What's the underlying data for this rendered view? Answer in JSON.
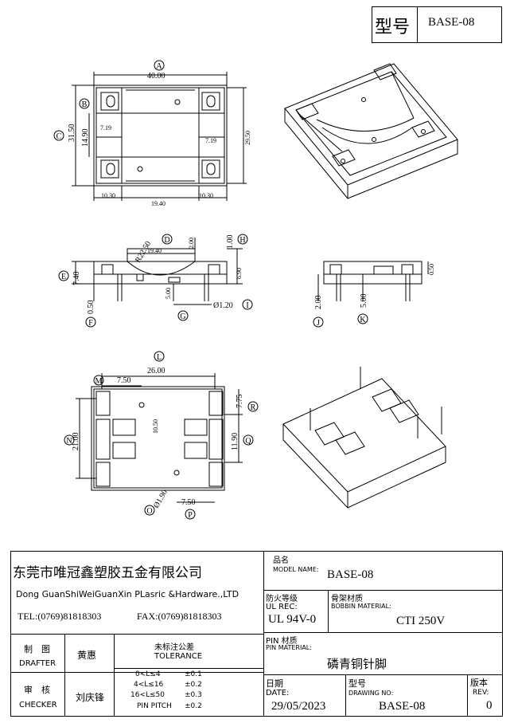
{
  "header": {
    "model_label": "型号",
    "model_value": "BASE-08"
  },
  "top_view": {
    "dims": {
      "overall_width": "40.00",
      "overall_height": "31.50",
      "inner_height": "14.90",
      "outer_right": "29.50",
      "left_inset": "7.19",
      "right_inset": "7.19",
      "bottom_left": "10.30",
      "bottom_mid": "19.40",
      "bottom_right": "10.30"
    },
    "callouts": {
      "a": "A",
      "b": "B",
      "c": "C"
    }
  },
  "front_view": {
    "dims": {
      "radius": "R22.50",
      "arc_span": "19.40",
      "top_gap": "2.00",
      "top_right": "1.00",
      "height": "7.40",
      "right_height": "6.90",
      "pin_offset": "0.50",
      "pin_len": "5.00",
      "pin_dia": "Ø1.20"
    },
    "callouts": {
      "d": "D",
      "e": "E",
      "f": "F",
      "g": "G",
      "h": "H",
      "i": "I"
    }
  },
  "side_view": {
    "dims": {
      "top": "0.50",
      "left": "2.00",
      "pin": "5.00"
    },
    "callouts": {
      "j": "J",
      "k": "K"
    }
  },
  "bottom_view": {
    "dims": {
      "width": "26.00",
      "left_off": "7.50",
      "right_top": "7.75",
      "height": "21.00",
      "inner": "10.50",
      "right_mid": "11.90",
      "hole": "Ø1.90",
      "bottom_off": "7.50"
    },
    "callouts": {
      "l": "L",
      "m": "M",
      "n": "N",
      "o": "O",
      "p": "P",
      "q": "Q",
      "r": "R"
    }
  },
  "title_block": {
    "company_cn": "东莞市唯冠鑫塑胶五金有限公司",
    "company_en": "Dong GuanShiWeiGuanXin PLasric &Hardware.,LTD",
    "tel": "TEL:(0769)81818303",
    "fax": "FAX:(0769)81818303",
    "drafter_cn": "制　图",
    "drafter_en": "DRAFTER",
    "drafter_name": "黄惠",
    "checker_cn": "审　核",
    "checker_en": "CHECKER",
    "checker_name": "刘庆锋",
    "tolerance_cn": "未标注公差",
    "tolerance_en": "TOLERANCE",
    "tol_rows": [
      {
        "range": "0<L≤4",
        "value": "±0.1"
      },
      {
        "range": "4<L≤16",
        "value": "±0.2"
      },
      {
        "range": "16<L≤50",
        "value": "±0.3"
      },
      {
        "range": "PIN PITCH",
        "value": "±0.2"
      }
    ],
    "product_cn": "品名",
    "product_en": "MODEL NAME:",
    "product_value": "BASE-08",
    "ul_cn": "防火等级",
    "ul_en": "UL REC:",
    "ul_value": "UL 94V-0",
    "bobbin_cn": "骨架材质",
    "bobbin_en": "BOBBIN MATERIAL:",
    "bobbin_value": "CTI 250V",
    "pin_cn": "PIN 材质",
    "pin_en": "PIN MATERIAL:",
    "pin_value": "磷青铜针脚",
    "date_cn": "日期",
    "date_en": "DATE:",
    "date_value": "29/05/2023",
    "drawing_cn": "型号",
    "drawing_en": "DRAWING NO:",
    "drawing_value": "BASE-08",
    "rev_cn": "版本",
    "rev_en": "REV:",
    "rev_value": "0"
  }
}
